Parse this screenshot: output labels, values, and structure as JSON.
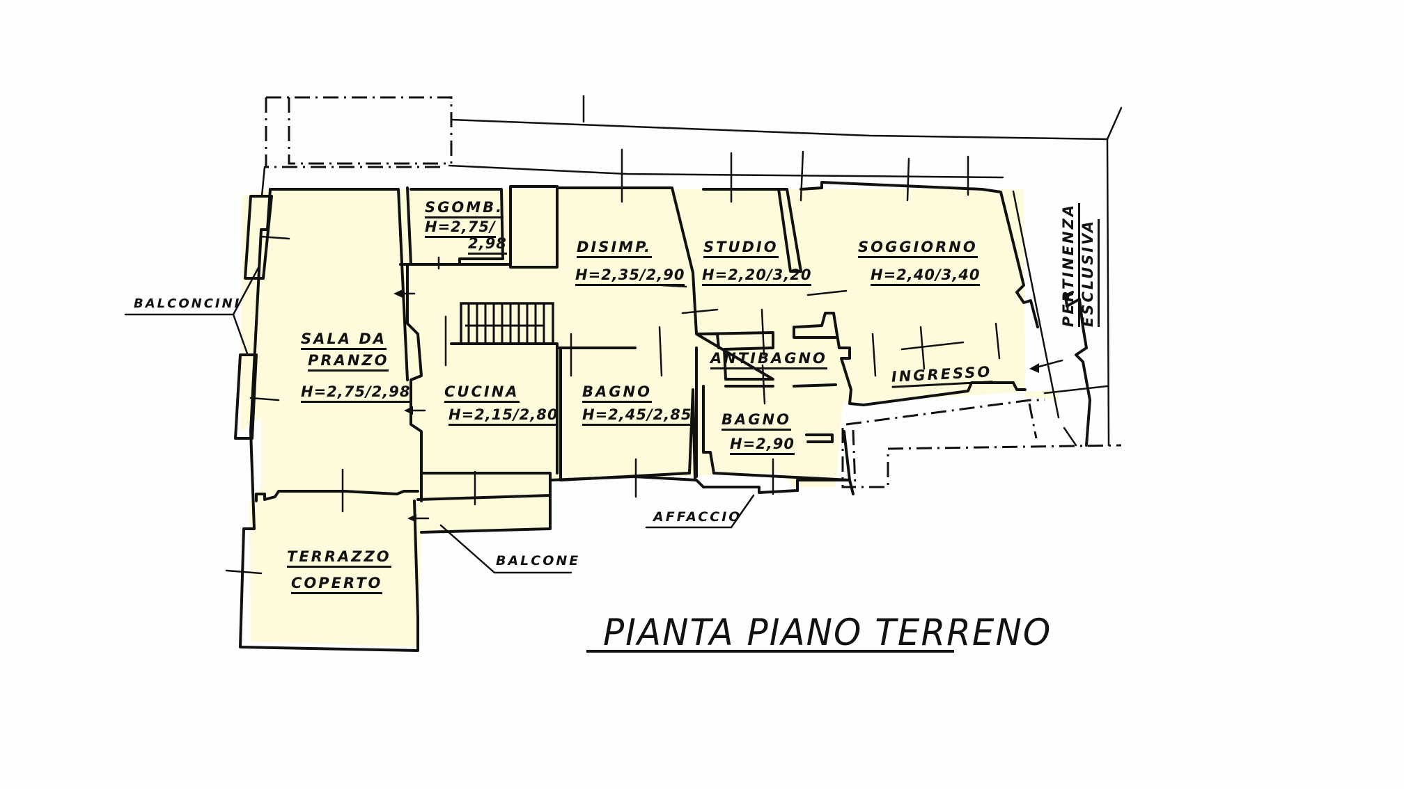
{
  "title": "PIANTA PIANO TERRENO",
  "colors": {
    "room_fill": "#fdfbdc",
    "line": "#111111",
    "background": "#fefefe"
  },
  "rooms": {
    "sgomb": {
      "name": "SGOMB.",
      "height_a": "H=2,75/",
      "height_b": "2,98"
    },
    "disimp": {
      "name": "DISIMP.",
      "height": "H=2,35/2,90"
    },
    "studio": {
      "name": "STUDIO",
      "height": "H=2,20/3,20"
    },
    "soggiorno": {
      "name": "SOGGIORNO",
      "height": "H=2,40/3,40"
    },
    "sala_da_pranzo": {
      "name_line1": "SALA DA",
      "name_line2": "PRANZO",
      "height": "H=2,75/2,98"
    },
    "cucina": {
      "name": "CUCINA",
      "height": "H=2,15/2,80"
    },
    "bagno_1": {
      "name": "BAGNO",
      "height": "H=2,45/2,85"
    },
    "antibagno": {
      "name": "ANTIBAGNO"
    },
    "bagno_2": {
      "name": "BAGNO",
      "height": "H=2,90"
    },
    "ingresso": {
      "name": "INGRESSO"
    },
    "terrazzo": {
      "name_line1": "TERRAZZO",
      "name_line2": "COPERTO"
    }
  },
  "callouts": {
    "balconcini": "BALCONCINI",
    "balcone": "BALCONE",
    "affaccio": "AFFACCIO",
    "pertinenza_line1": "PERTINENZA",
    "pertinenza_line2": "ESCLUSIVA"
  }
}
